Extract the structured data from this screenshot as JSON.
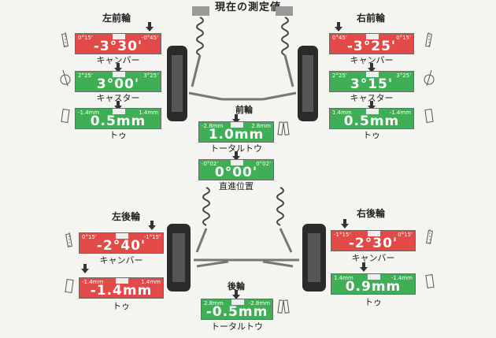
{
  "title": "現在の測定値",
  "front_left": {
    "title": "左前輪",
    "camber": {
      "min": "0°15'",
      "max": "-0°45'",
      "value": "-3°30'",
      "label": "キャンバー"
    },
    "caster": {
      "min": "2°25'",
      "max": "3°25'",
      "value": "3°00'",
      "label": "キャスター"
    },
    "toe": {
      "min": "-1.4mm",
      "max": "1.4mm",
      "value": "0.5mm",
      "label": "トゥ"
    }
  },
  "front_right": {
    "title": "右前輪",
    "camber": {
      "min": "0°45'",
      "max": "0°15'",
      "value": "-3°25'",
      "label": "キャンバー"
    },
    "caster": {
      "min": "2°25'",
      "max": "3°25'",
      "value": "3°15'",
      "label": "キャスター"
    },
    "toe": {
      "min": "1.4mm",
      "max": "-1.4mm",
      "value": "0.5mm",
      "label": "トゥ"
    }
  },
  "front": {
    "title": "前輪",
    "total_toe": {
      "min": "-2.8mm",
      "max": "2.8mm",
      "value": "1.0mm",
      "label": "トータルトウ"
    },
    "straight": {
      "min": "-0°02'",
      "max": "0°02'",
      "value": "0°00'",
      "label": "直進位置"
    }
  },
  "rear_left": {
    "title": "左後輪",
    "camber": {
      "min": "0°15'",
      "max": "-1°15'",
      "value": "-2°40'",
      "label": "キャンバー"
    },
    "toe": {
      "min": "-1.4mm",
      "max": "1.4mm",
      "value": "-1.4mm",
      "label": "トゥ"
    }
  },
  "rear_right": {
    "title": "右後輪",
    "camber": {
      "min": "-1°15'",
      "max": "0°15'",
      "value": "-2°30'",
      "label": "キャンバー"
    },
    "toe": {
      "min": "1.4mm",
      "max": "-1.4mm",
      "value": "0.9mm",
      "label": "トゥ"
    }
  },
  "rear": {
    "title": "後輪",
    "total_toe": {
      "min": "2.8mm",
      "max": "-2.8mm",
      "value": "-0.5mm",
      "label": "トータルトウ"
    }
  },
  "colors": {
    "out_of_range": "#e24a47",
    "in_range": "#3fae55"
  }
}
